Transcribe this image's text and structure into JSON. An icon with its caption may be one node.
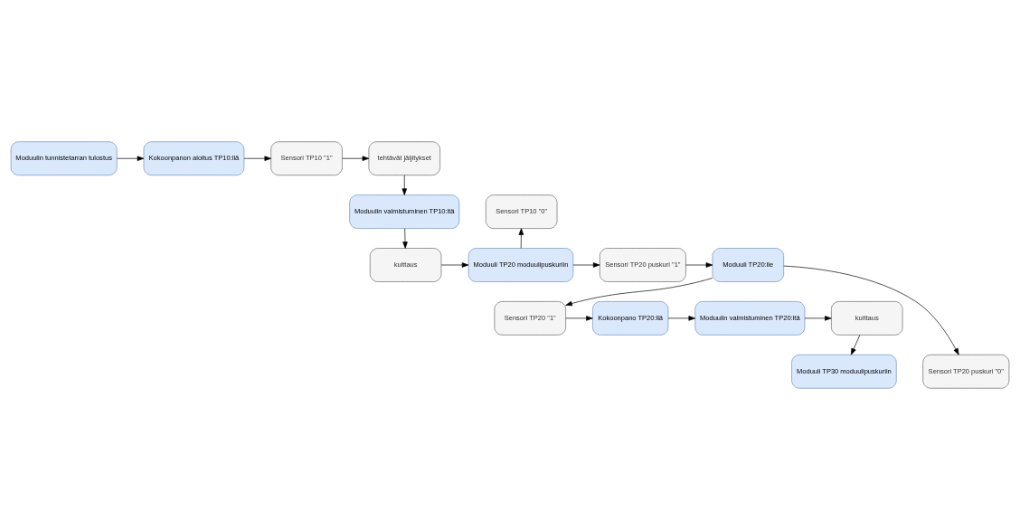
{
  "diagram": {
    "nodes": [
      {
        "text": [
          "Moduulin tunnistetarran tulostus"
        ]
      },
      {
        "text": [
          "Kokoonpanon aloitus TP10:llä"
        ]
      },
      {
        "text": [
          "Sensori TP10 \"1\""
        ]
      },
      {
        "text": [
          "tehtävät jäljitykset"
        ]
      },
      {
        "text": [
          "Moduulin valmistuminen TP10:ltä"
        ]
      },
      {
        "text": [
          "Sensori TP10 \"0\""
        ]
      },
      {
        "text": [
          "Moduuli TP20:lle"
        ]
      },
      {
        "text": [
          "Sensori TP20 puskuri \"1\""
        ]
      },
      {
        "text": [
          "Moduuli TP20 moduulipuskuriin"
        ]
      },
      {
        "text": [
          "kuittaus"
        ]
      },
      {
        "text": [
          "Sensori TP20 \"1\""
        ]
      },
      {
        "text": [
          "Kokoonpano TP20:llä"
        ]
      },
      {
        "text": [
          "Moduulin valmistuminen TP20:ltä"
        ]
      },
      {
        "text": [
          "kuittaus"
        ]
      },
      {
        "text": [
          "Sensori TP20 puskuri \"0\""
        ]
      },
      {
        "text": [
          "Moduuli TP30 moduulipuskuriin"
        ]
      }
    ],
    "edges": [
      {
        "from": 0,
        "to": 1,
        "arrow": "to"
      },
      {
        "from": 1,
        "to": 2,
        "arrow": "to"
      },
      {
        "from": 2,
        "to": 3,
        "arrow": "to"
      },
      {
        "from": 3,
        "to": 4,
        "arrow": "to"
      },
      {
        "from": 4,
        "to": 9,
        "arrow": "to"
      },
      {
        "from": 9,
        "to": 8,
        "arrow": "to"
      },
      {
        "from": 8,
        "to": 7,
        "arrow": "to"
      },
      {
        "from": 8,
        "to": 5,
        "arrow": "to"
      },
      {
        "from": 7,
        "to": 6,
        "arrow": "to"
      },
      {
        "from": 6,
        "to": 10,
        "arrow": "to"
      },
      {
        "from": 6,
        "to": 14,
        "arrow": "to"
      },
      {
        "from": 10,
        "to": 11,
        "arrow": "to"
      },
      {
        "from": 11,
        "to": 12,
        "arrow": "to"
      },
      {
        "from": 12,
        "to": 13,
        "arrow": "to"
      },
      {
        "from": 13,
        "to": 15,
        "arrow": "to"
      }
    ]
  }
}
